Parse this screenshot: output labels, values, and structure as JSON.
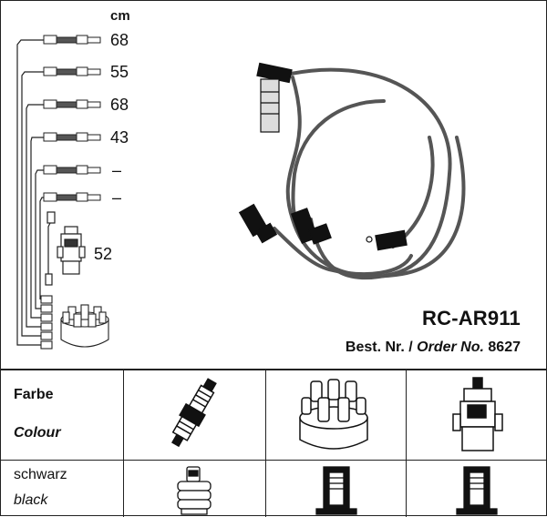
{
  "diagram": {
    "unit": "cm",
    "cables": [
      {
        "length": "68"
      },
      {
        "length": "55"
      },
      {
        "length": "68"
      },
      {
        "length": "43"
      },
      {
        "length": "–"
      },
      {
        "length": "–"
      }
    ],
    "coil_cable_length": "52",
    "part_number": "RC-AR911",
    "order_prefix": "Best. Nr. / ",
    "order_label": "Order No.",
    "order_number": "8627"
  },
  "color_table": {
    "header_de": "Farbe",
    "header_en": "Colour",
    "value_de": "schwarz",
    "value_en": "black"
  },
  "icons": {
    "spark_plug": "spark-plug-icon",
    "distributor_cap": "distributor-cap-icon",
    "ignition_coil": "ignition-coil-icon",
    "plug_boot": "spark-plug-boot-icon",
    "cap_connector": "distributor-connector-icon",
    "coil_connector": "coil-connector-icon"
  }
}
